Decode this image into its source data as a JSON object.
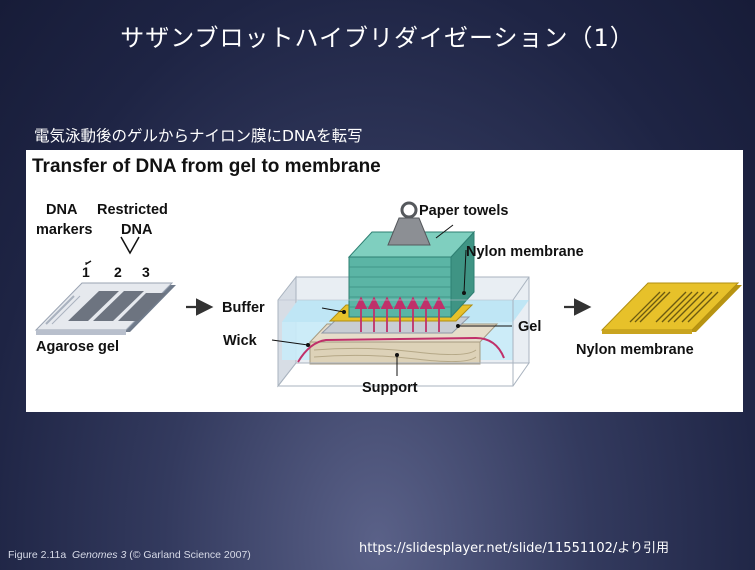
{
  "slide": {
    "title": "サザンブロットハイブリダイゼーション（1）",
    "subtitle": "電気泳動後のゲルからナイロン膜にDNAを転写"
  },
  "figure": {
    "title": "Transfer of DNA from gel to membrane",
    "labels": {
      "dna_markers_line1": "DNA",
      "dna_markers_line2": "markers",
      "restricted_line1": "Restricted",
      "restricted_line2": "DNA",
      "lane1": "1",
      "lane2": "2",
      "lane3": "3",
      "agarose_gel": "Agarose gel",
      "paper_towels": "Paper towels",
      "nylon_membrane_top": "Nylon membrane",
      "buffer": "Buffer",
      "gel": "Gel",
      "wick": "Wick",
      "support": "Support",
      "nylon_membrane_result": "Nylon membrane"
    },
    "colors": {
      "towels": "#5bb5a5",
      "buffer": "#bfe6f5",
      "membrane": "#e7c12a",
      "arrows": "#c0306a"
    }
  },
  "footer": {
    "caption_prefix": "Figure 2.11a",
    "caption_book": "Genomes 3",
    "caption_suffix": "(© Garland Science 2007)",
    "source": "https://slidesplayer.net/slide/11551102/より引用"
  }
}
